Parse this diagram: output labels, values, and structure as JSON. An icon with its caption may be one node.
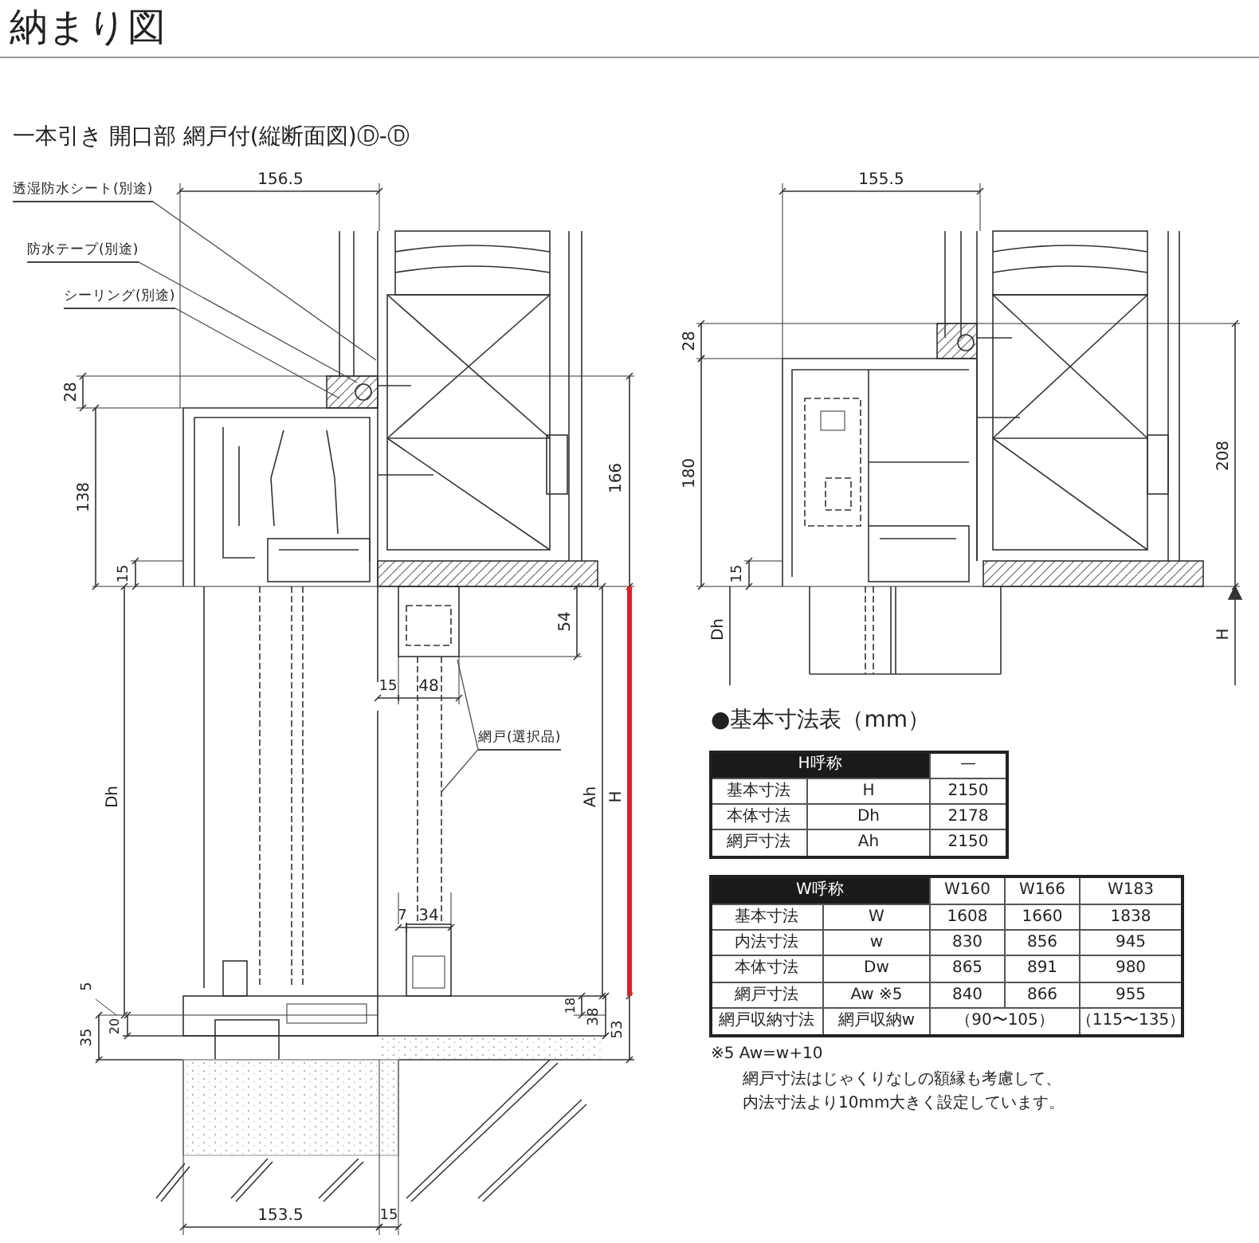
{
  "diagram": {
    "title": "納まり図",
    "nodes": [
      {
        "text": [
          "透湿防水シート(別途)"
        ]
      },
      {
        "text": [
          "防水テープ(別途)"
        ]
      },
      {
        "text": [
          "シーリング(別途)"
        ]
      },
      {
        "text": [
          "網戸(選択品)"
        ]
      }
    ],
    "edges": [
      {
        "from": 0,
        "to": null,
        "arrow": "none"
      },
      {
        "from": 1,
        "to": null,
        "arrow": "none"
      },
      {
        "from": 2,
        "to": null,
        "arrow": "none"
      },
      {
        "from": 3,
        "to": null,
        "arrow": "none"
      },
      {
        "from": 3,
        "to": null,
        "arrow": "none"
      }
    ],
    "labels": [
      "一本引き 開口部 網戸付(縦断面図)Ⓓ-Ⓓ",
      "156.5",
      "28",
      "138",
      "166",
      "15",
      "54",
      "15",
      "48",
      "Dh",
      "Ah",
      "H",
      "7",
      "34",
      "5",
      "20",
      "35",
      "18",
      "38",
      "53",
      "153.5",
      "15",
      "155.5",
      "28",
      "180",
      "208",
      "15",
      "Dh",
      "H",
      "●基本寸法表（mm）",
      "H呼称",
      "—",
      "基本寸法",
      "H",
      "2150",
      "本体寸法",
      "Dh",
      "2178",
      "網戸寸法",
      "Ah",
      "2150",
      "W呼称",
      "W160",
      "W166",
      "W183",
      "基本寸法",
      "W",
      "1608",
      "1660",
      "1838",
      "内法寸法",
      "w",
      "830",
      "856",
      "945",
      "本体寸法",
      "Dw",
      "865",
      "891",
      "980",
      "網戸寸法",
      "Aw ※5",
      "840",
      "866",
      "955",
      "網戸収納寸法",
      "網戸収納w",
      "（90〜105）",
      "（115〜135）",
      "※5 Aw=w+10",
      "網戸寸法はじゃくりなしの額縁も考慮して、内法寸法より10mm大きく設定しています。"
    ]
  }
}
